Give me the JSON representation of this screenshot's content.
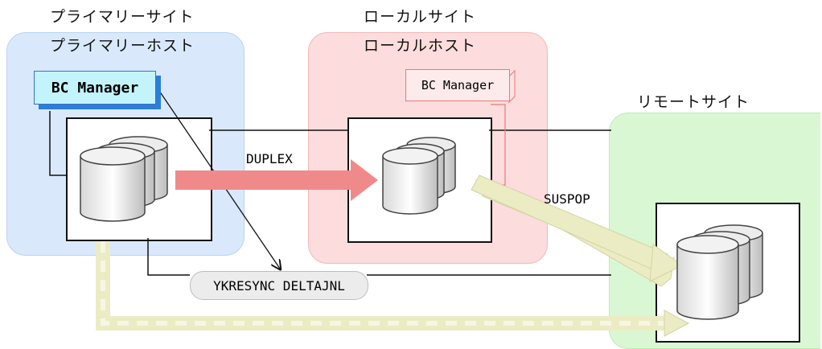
{
  "sites": {
    "primary": {
      "site_label": "プライマリーサイト",
      "host_label": "プライマリーホスト",
      "bc_manager": "BC Manager"
    },
    "local": {
      "site_label": "ローカルサイト",
      "host_label": "ローカルホスト",
      "bc_manager": "BC Manager"
    },
    "remote": {
      "site_label": "リモートサイト"
    }
  },
  "flows": {
    "duplex_label": "DUPLEX",
    "suspop_label": "SUSPOP",
    "command_label": "YKRESYNC DELTAJNL"
  },
  "colors": {
    "primary_site_bg": "#d9e9fb",
    "local_site_bg": "#fcdcdc",
    "remote_site_bg": "#daf7d4",
    "duplex_arrow": "#f08a8a",
    "suspop_arrow": "#ececc4",
    "bcm_primary_fill": "#c3f4fb"
  }
}
